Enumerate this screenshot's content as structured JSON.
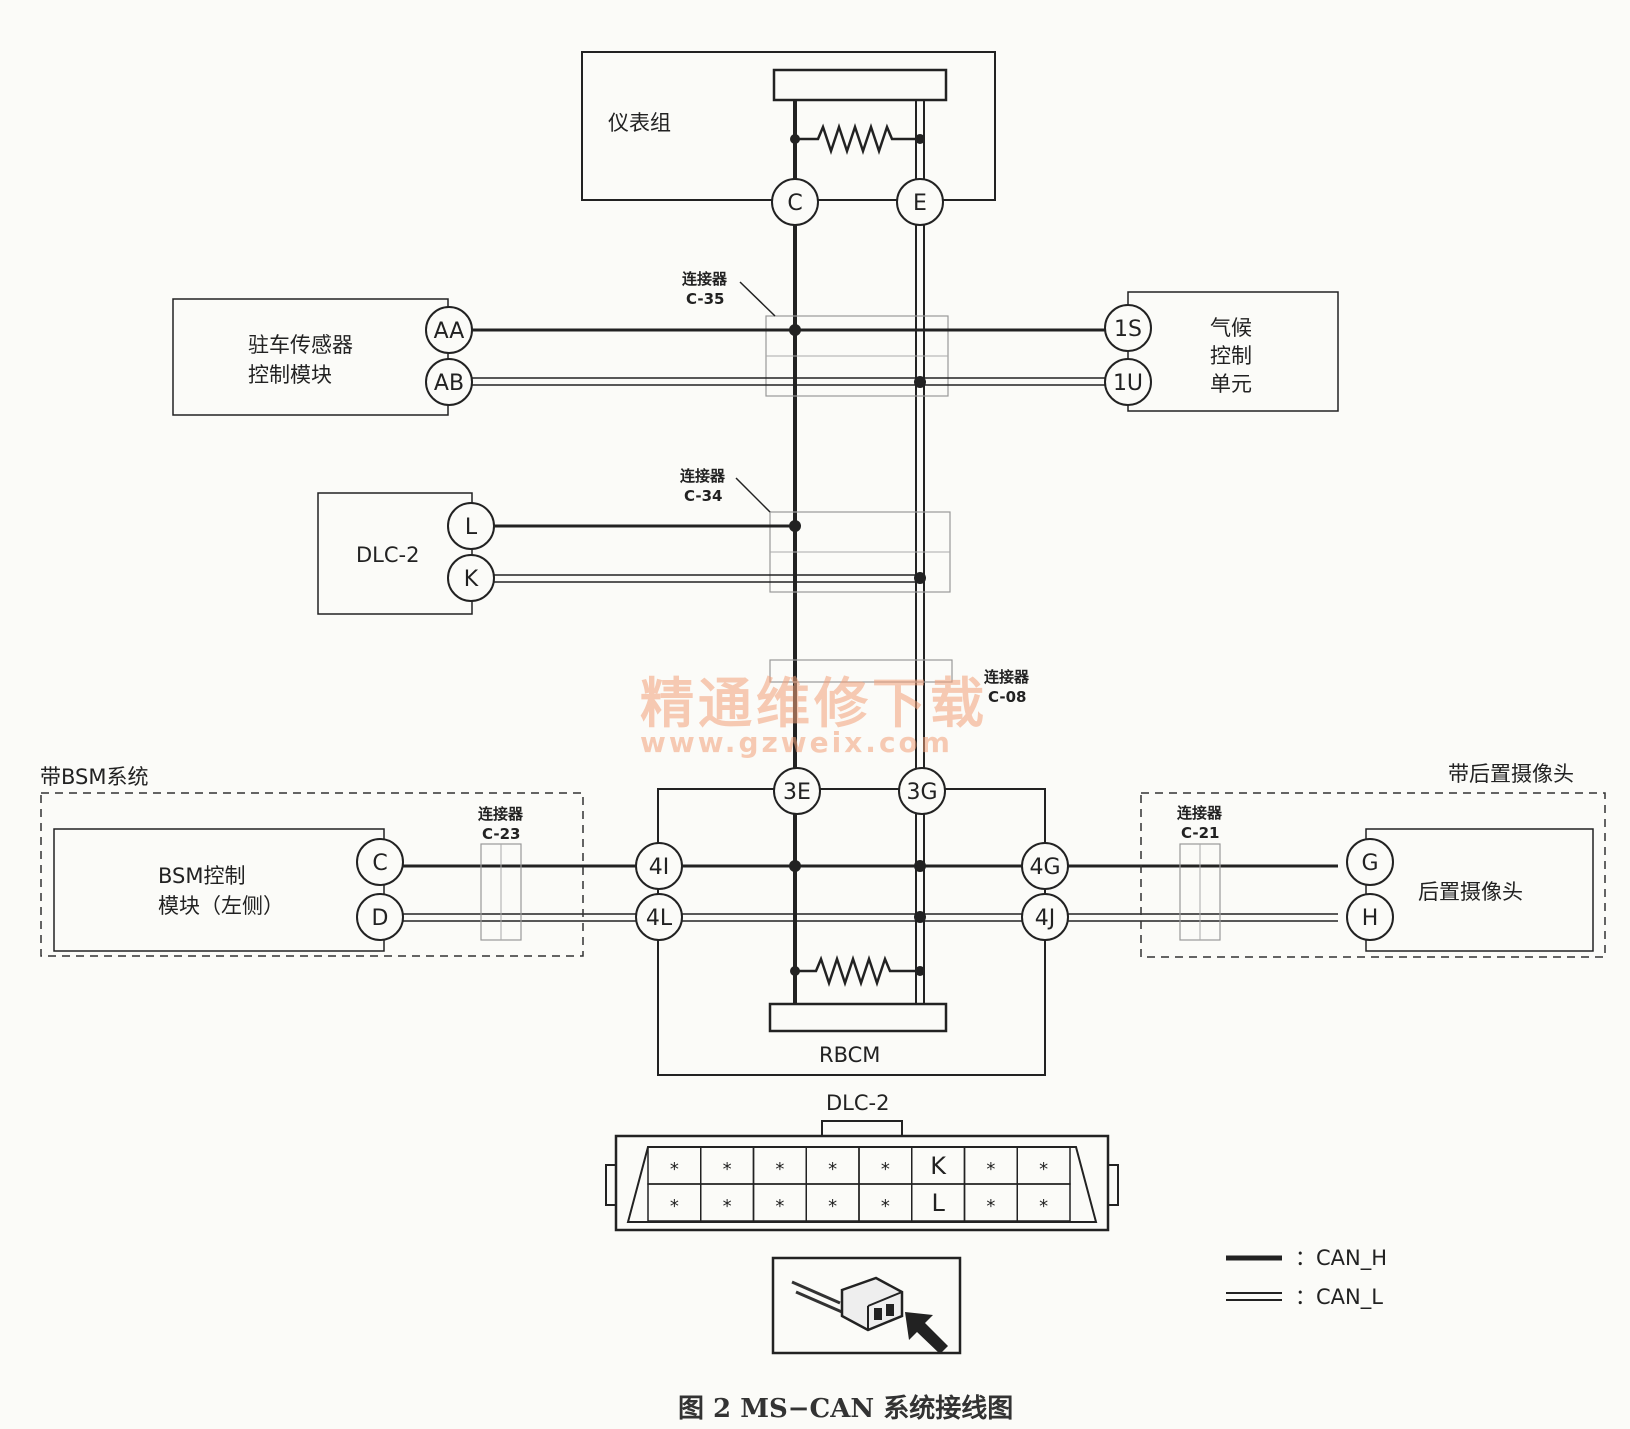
{
  "modules": {
    "instrument_cluster": "仪表组",
    "parking_sensor_module": [
      "驻车传感器",
      "控制模块"
    ],
    "climate_control": [
      "气候",
      "控制",
      "单元"
    ],
    "dlc2": "DLC-2",
    "bsm_module": [
      "BSM控制",
      "模块（左侧）"
    ],
    "rear_camera": "后置摄像头",
    "rbcm": "RBCM"
  },
  "groups": {
    "bsm": "带BSM系统",
    "camera": "带后置摄像头"
  },
  "connectors": {
    "c35": [
      "连接器",
      "C-35"
    ],
    "c34": [
      "连接器",
      "C-34"
    ],
    "c08": [
      "连接器",
      "C-08"
    ],
    "c23": [
      "连接器",
      "C-23"
    ],
    "c21": [
      "连接器",
      "C-21"
    ]
  },
  "pins": {
    "cluster_can_h": "C",
    "cluster_can_l": "E",
    "parking_can_h": "AA",
    "parking_can_l": "AB",
    "climate_can_h": "1S",
    "climate_can_l": "1U",
    "dlc_can_h": "L",
    "dlc_can_l": "K",
    "rbcm_top_h": "3E",
    "rbcm_top_l": "3G",
    "rbcm_left_h": "4I",
    "rbcm_left_l": "4L",
    "rbcm_right_h": "4G",
    "rbcm_right_l": "4J",
    "bsm_can_h": "C",
    "bsm_can_l": "D",
    "camera_can_h": "G",
    "camera_can_l": "H"
  },
  "dlc_face": {
    "title": "DLC-2",
    "top_row": [
      "*",
      "*",
      "*",
      "*",
      "*",
      "K",
      "*",
      "*"
    ],
    "bottom_row": [
      "*",
      "*",
      "*",
      "*",
      "*",
      "L",
      "*",
      "*"
    ]
  },
  "legend": [
    {
      "symbol": "single",
      "label": "：CAN_H"
    },
    {
      "symbol": "double",
      "label": "：CAN_L"
    }
  ],
  "watermark": {
    "line1": "精通维修下载",
    "line2": "www.gzweix.com"
  },
  "caption": "图 2  MS−CAN 系统接线图",
  "colors": {
    "wire": "#222222",
    "watermark": "#f2a27a"
  }
}
